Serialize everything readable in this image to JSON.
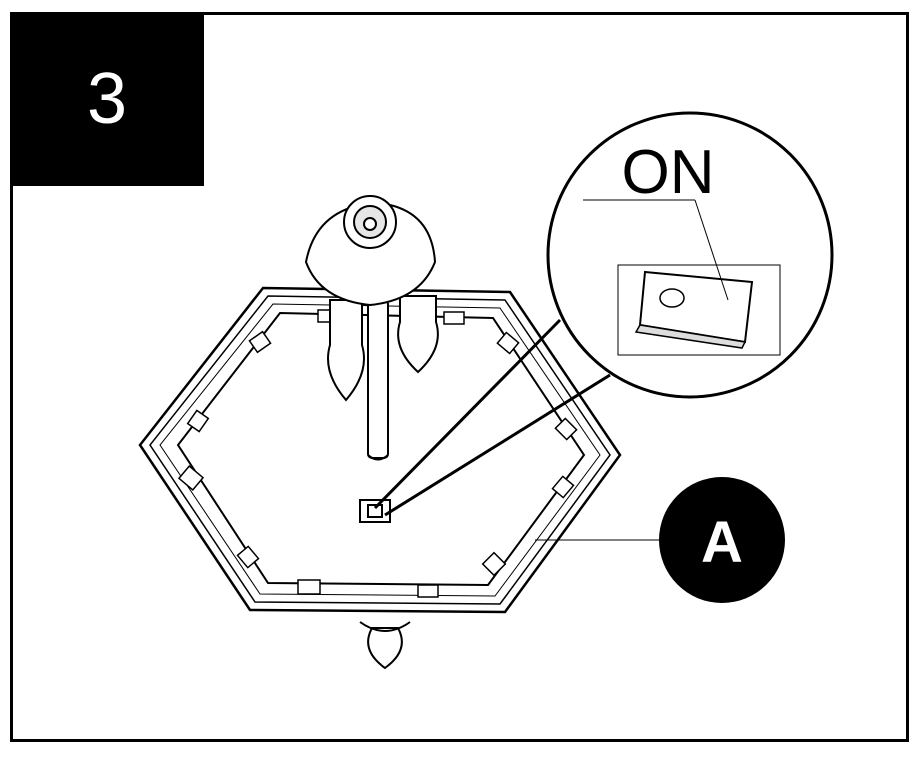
{
  "step": {
    "number": "3"
  },
  "callout": {
    "label": "ON"
  },
  "part": {
    "label": "A"
  },
  "colors": {
    "ink": "#000000",
    "paper": "#ffffff",
    "shade": "#cfcfcf"
  }
}
